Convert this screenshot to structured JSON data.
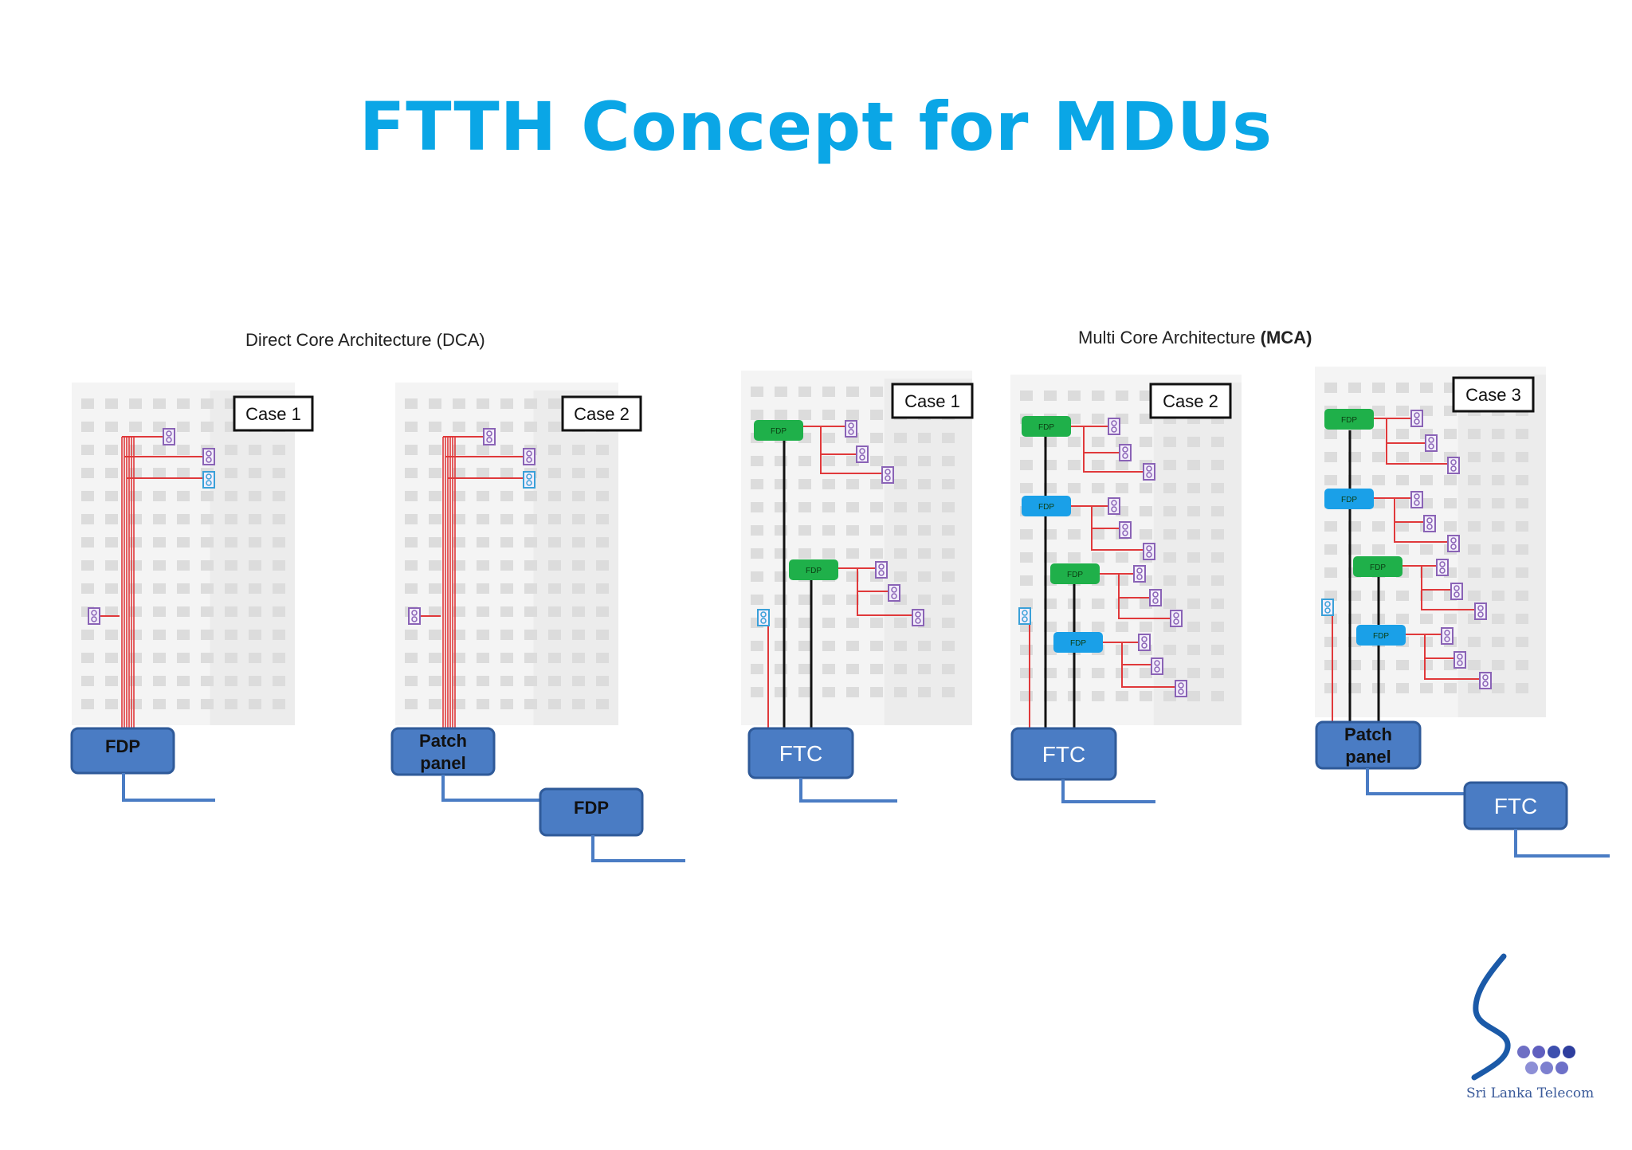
{
  "title": "FTTH Concept for MDUs",
  "sections": {
    "dca": "Direct Core Architecture (DCA)",
    "mca_prefix": "Multi Core Architecture",
    "mca_abbr": "(MCA)"
  },
  "cases": {
    "dca1": "Case 1",
    "dca2": "Case 2",
    "mca1": "Case 1",
    "mca2": "Case 2",
    "mca3": "Case 3"
  },
  "boxes": {
    "dca1_fdp": "FDP",
    "dca2_patch_line1": "Patch",
    "dca2_patch_line2": "panel",
    "dca2_fdp": "FDP",
    "mca1_ftc": "FTC",
    "mca2_ftc": "FTC",
    "mca3_patch_line1": "Patch",
    "mca3_patch_line2": "panel",
    "mca3_ftc": "FTC",
    "fdp_small": "FDP"
  },
  "logo": {
    "text": "Sri Lanka Telecom"
  },
  "colors": {
    "title": "#0aa6e6",
    "box_fill": "#4a7cc4",
    "box_stroke": "#2f5a99",
    "fiber_red": "#e0393b",
    "riser_black": "#111111",
    "fdp_green": "#1fb04a",
    "fdp_blue": "#1aa0e8",
    "socket_purple": "#8a63b6",
    "socket_blue": "#3aa0d8",
    "building": "#ececec"
  }
}
